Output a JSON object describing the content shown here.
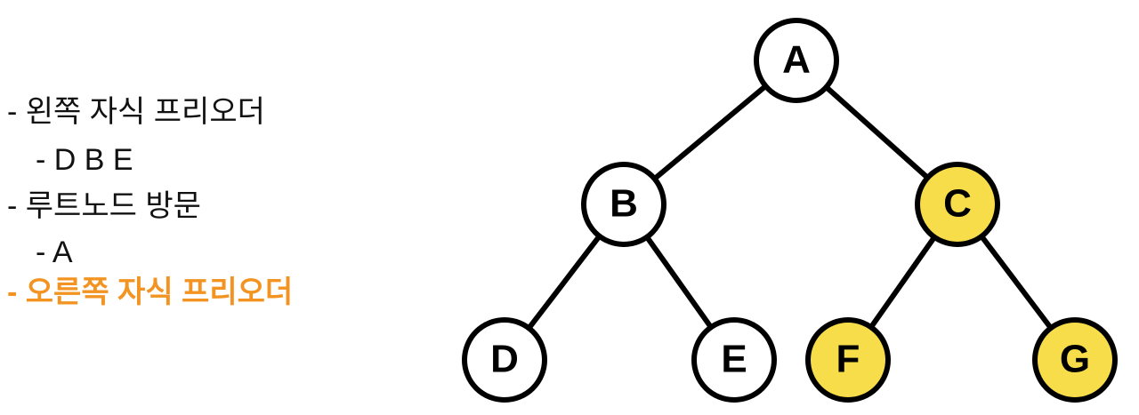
{
  "notes": [
    {
      "text": "- 왼쪽 자식 프리오더",
      "style": "normal"
    },
    {
      "text": "- D B E",
      "style": "sub"
    },
    {
      "text": "- 루트노드 방문",
      "style": "normal"
    },
    {
      "text": "- A",
      "style": "sub"
    },
    {
      "text": "- 오른쪽 자식 프리오더",
      "style": "highlight"
    }
  ],
  "colors": {
    "text": "#111111",
    "highlight_text": "#f39422",
    "node_fill": "#ffffff",
    "node_highlight_fill": "#f7dd4a",
    "edge": "#000000"
  },
  "tree": {
    "nodes": [
      {
        "id": "A",
        "label": "A",
        "highlighted": false
      },
      {
        "id": "B",
        "label": "B",
        "highlighted": false
      },
      {
        "id": "C",
        "label": "C",
        "highlighted": true
      },
      {
        "id": "D",
        "label": "D",
        "highlighted": false
      },
      {
        "id": "E",
        "label": "E",
        "highlighted": false
      },
      {
        "id": "F",
        "label": "F",
        "highlighted": true
      },
      {
        "id": "G",
        "label": "G",
        "highlighted": true
      }
    ],
    "edges": [
      {
        "from": "A",
        "to": "B"
      },
      {
        "from": "A",
        "to": "C"
      },
      {
        "from": "B",
        "to": "D"
      },
      {
        "from": "B",
        "to": "E"
      },
      {
        "from": "C",
        "to": "F"
      },
      {
        "from": "C",
        "to": "G"
      }
    ]
  }
}
